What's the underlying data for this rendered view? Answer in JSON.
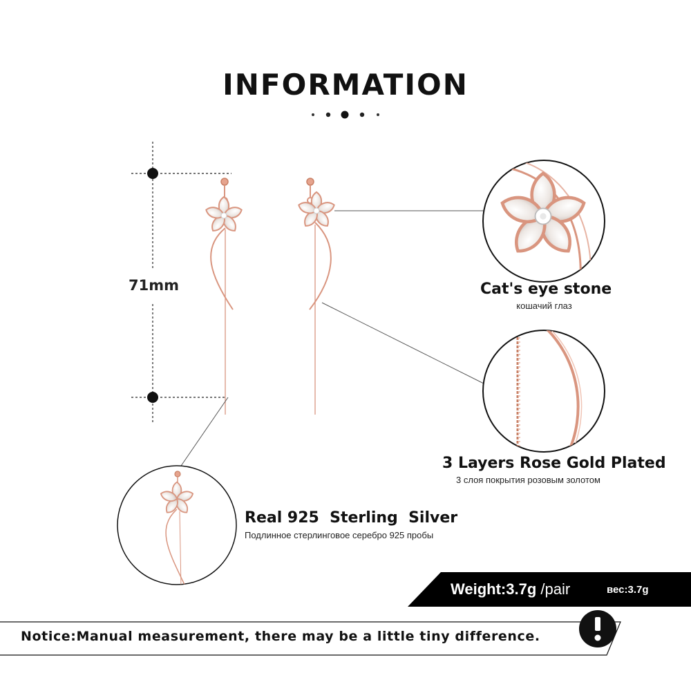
{
  "header": {
    "title": "INFORMATION"
  },
  "measurement": {
    "length_label": "71mm"
  },
  "features": [
    {
      "title": "Cat's eye stone",
      "subtitle": "кошачий глаз",
      "icon": "flower-closeup-icon"
    },
    {
      "title": "3 Layers Rose Gold Plated",
      "subtitle": "3 слоя покрытия розовым золотом",
      "icon": "chain-closeup-icon"
    },
    {
      "title": "Real 925  Sterling  Silver",
      "subtitle": "Подлинное стерлинговое серебро 925 пробы",
      "icon": "earring-closeup-icon"
    }
  ],
  "weight": {
    "label": "Weight:3.7g",
    "unit": "/pair",
    "ru": "вес:3.7g"
  },
  "notice": {
    "text": "Notice:Manual measurement, there may be a little tiny difference.",
    "icon": "exclamation-icon"
  },
  "colors": {
    "rose_gold": "#d9957f",
    "stone": "#f2ece8",
    "dark": "#111111",
    "banner": "#000000"
  }
}
